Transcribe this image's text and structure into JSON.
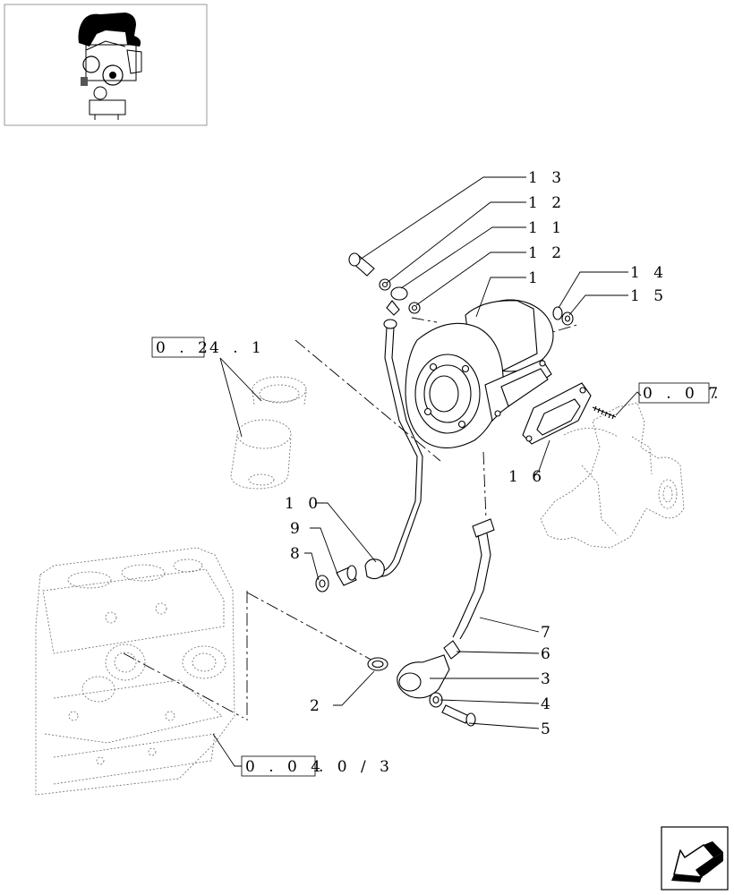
{
  "thumbnail": {
    "icon": "engine-location-thumbnail"
  },
  "callouts": [
    {
      "id": "c13",
      "label": "1 3"
    },
    {
      "id": "c12a",
      "label": "1 2"
    },
    {
      "id": "c11",
      "label": "1 1"
    },
    {
      "id": "c12b",
      "label": "1 2"
    },
    {
      "id": "c1",
      "label": "1"
    },
    {
      "id": "c14",
      "label": "1 4"
    },
    {
      "id": "c15",
      "label": "1 5"
    },
    {
      "id": "c16",
      "label": "1 6"
    },
    {
      "id": "c10",
      "label": "1 0"
    },
    {
      "id": "c9",
      "label": "9"
    },
    {
      "id": "c8",
      "label": "8"
    },
    {
      "id": "c7",
      "label": "7"
    },
    {
      "id": "c6",
      "label": "6"
    },
    {
      "id": "c3",
      "label": "3"
    },
    {
      "id": "c4",
      "label": "4"
    },
    {
      "id": "c5",
      "label": "5"
    },
    {
      "id": "c2",
      "label": "2"
    }
  ],
  "references": {
    "ref_024": {
      "boxed": "0 . 2",
      "tail": "4 . 1"
    },
    "ref_007": {
      "boxed": "0 . 0 7",
      "tail": "."
    },
    "ref_004": {
      "boxed": "0 . 0 4",
      "tail": ". 0 / 3"
    }
  },
  "nav": {
    "icon": "previous-page-arrow-icon"
  }
}
